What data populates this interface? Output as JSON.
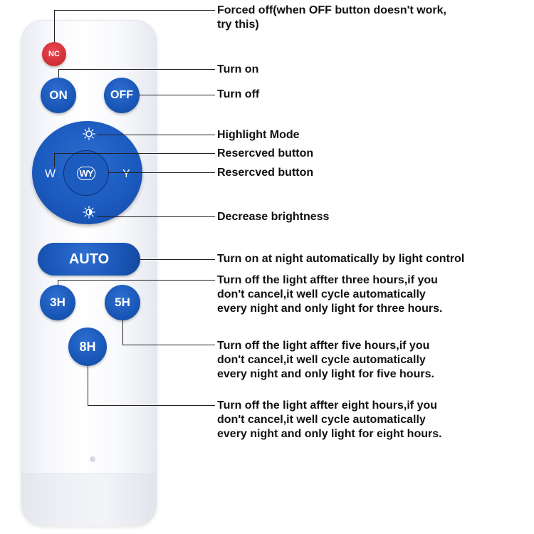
{
  "remote": {
    "buttons": {
      "nc": "NC",
      "on": "ON",
      "off": "OFF",
      "w": "W",
      "y": "Y",
      "wy": "WY",
      "auto": "AUTO",
      "h3": "3H",
      "h5": "5H",
      "h8": "8H"
    },
    "icons": {
      "highlight": "sun-icon",
      "decrease": "dim-sun-icon"
    }
  },
  "callouts": [
    {
      "id": "nc",
      "text": "Forced off(when OFF button doesn't work,\ntry this)"
    },
    {
      "id": "on",
      "text": "Turn on"
    },
    {
      "id": "off",
      "text": "Turn off"
    },
    {
      "id": "highlight",
      "text": "Highlight Mode"
    },
    {
      "id": "wy",
      "text": "Resercved button"
    },
    {
      "id": "y",
      "text": "Resercved button"
    },
    {
      "id": "decrease",
      "text": "Decrease brightness"
    },
    {
      "id": "auto",
      "text": "Turn on at night automatically by light control"
    },
    {
      "id": "h3",
      "text": "Turn off the light affter three hours,if you\ndon't cancel,it well cycle automatically\nevery night and only light for three hours."
    },
    {
      "id": "h5",
      "text": "Turn off the light affter five hours,if you\ndon't cancel,it well cycle automatically\nevery night and only light for five hours."
    },
    {
      "id": "h8",
      "text": "Turn off the light affter eight hours,if you\ndon't cancel,it well cycle automatically\nevery night and only light for eight hours."
    }
  ],
  "colors": {
    "button_blue": "#1957b8",
    "nc_red": "#d12d36",
    "text": "#111111"
  }
}
